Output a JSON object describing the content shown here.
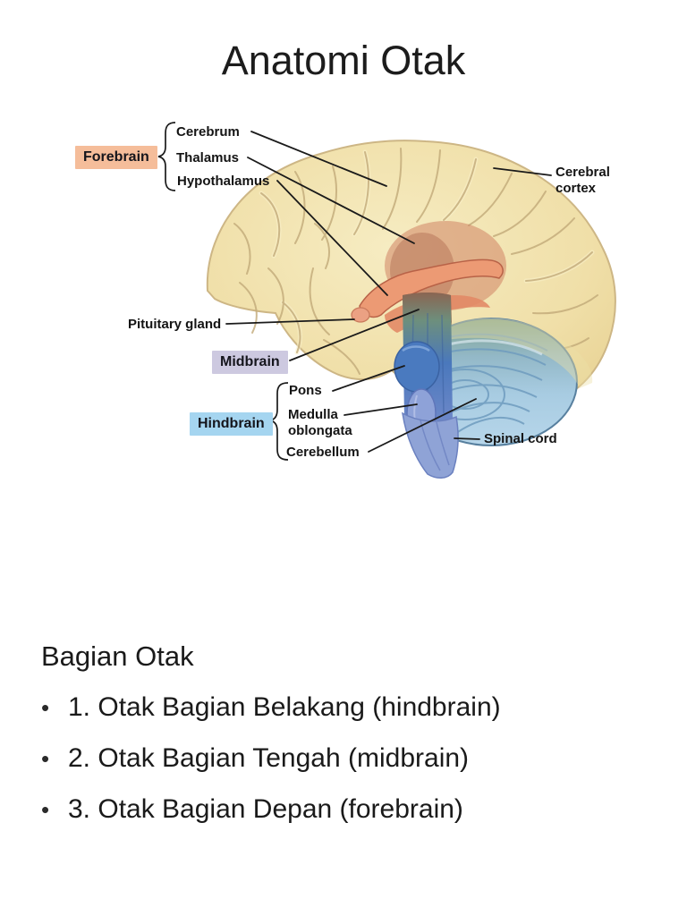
{
  "slide": {
    "title": "Anatomi Otak",
    "body": {
      "heading": "Bagian Otak",
      "bullet_char": "•",
      "bullets": [
        "1. Otak Bagian Belakang (hindbrain)",
        "2. Otak Bagian Tengah (midbrain)",
        "3. Otak Bagian Depan (forebrain)"
      ]
    }
  },
  "diagram": {
    "labels": {
      "forebrain": "Forebrain",
      "cerebrum": "Cerebrum",
      "thalamus": "Thalamus",
      "hypothalamus": "Hypothalamus",
      "cerebral_cortex": "Cerebral cortex",
      "pituitary_gland": "Pituitary gland",
      "midbrain": "Midbrain",
      "hindbrain": "Hindbrain",
      "pons": "Pons",
      "medulla_oblongata": "Medulla oblongata",
      "cerebellum": "Cerebellum",
      "spinal_cord": "Spinal cord"
    },
    "colors": {
      "forebrain_bg": "#f5bd9a",
      "midbrain_bg": "#cdc9e0",
      "hindbrain_bg": "#a5d5f0",
      "cerebrum_fill": "#f1e2ad",
      "thalamus_fill": "#e08a68",
      "cerebellum_fill": "#aecfe6",
      "brainstem_fill": "#4a79bd",
      "spinal_cord_fill": "#8fa3d6",
      "line_color": "#1a1a1a"
    }
  }
}
